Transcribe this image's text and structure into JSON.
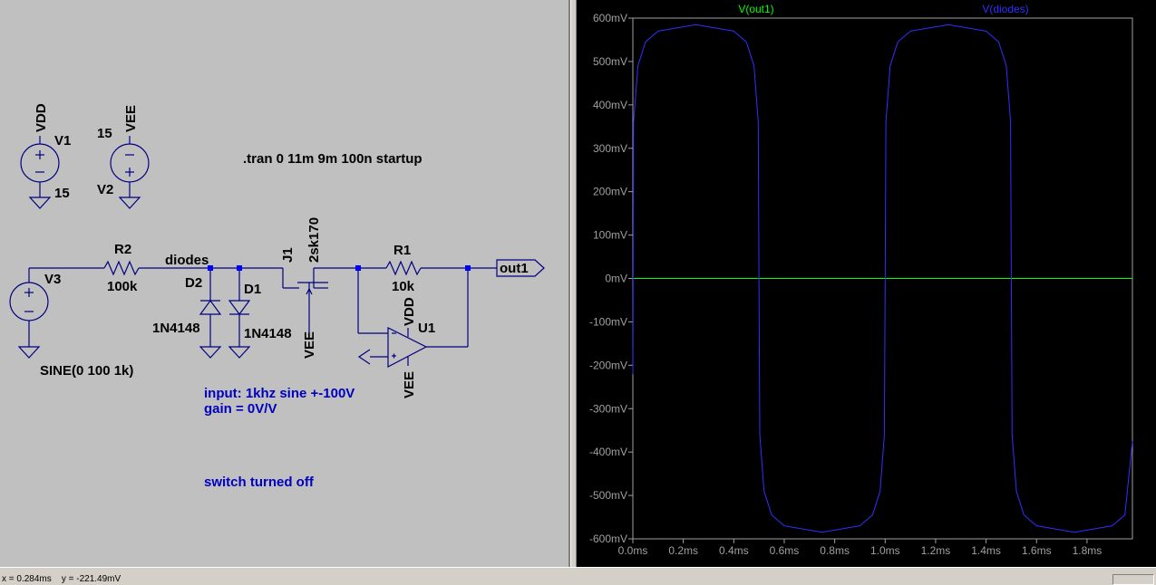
{
  "schematic": {
    "sources": {
      "v1": {
        "name": "V1",
        "net": "VDD",
        "value": "15"
      },
      "v2": {
        "name": "V2",
        "net": "VEE",
        "value": "15"
      },
      "v3": {
        "name": "V3",
        "value": "SINE(0 100 1k)"
      }
    },
    "directive": ".tran 0 11m 9m 100n startup",
    "r2": {
      "name": "R2",
      "value": "100k"
    },
    "r1": {
      "name": "R1",
      "value": "10k"
    },
    "net_diodes": "diodes",
    "d1": {
      "name": "D1",
      "model": "1N4148"
    },
    "d2": {
      "name": "D2",
      "model": "1N4148"
    },
    "j1": {
      "name": "J1",
      "model": "2sk170",
      "gate_net": "VEE"
    },
    "u1": {
      "name": "U1",
      "pos_supply": "VDD",
      "neg_supply": "VEE"
    },
    "out_label": "out1",
    "comment1": "input: 1khz sine +-100V",
    "comment2": "gain = 0V/V",
    "comment3": "switch turned off"
  },
  "plot": {
    "trace_labels": {
      "out1": "V(out1)",
      "diodes": "V(diodes)"
    },
    "colors": {
      "out1": "#00ff00",
      "diodes": "#3030ff",
      "axis": "#a0a0a0",
      "background": "#000000"
    }
  },
  "chart_data": {
    "type": "line",
    "title": "",
    "xlabel": "",
    "ylabel": "",
    "xlim": [
      0,
      1.98
    ],
    "ylim": [
      -600,
      600
    ],
    "x_unit": "ms",
    "y_unit": "mV",
    "y_ticks": [
      "600mV",
      "500mV",
      "400mV",
      "300mV",
      "200mV",
      "100mV",
      "0mV",
      "-100mV",
      "-200mV",
      "-300mV",
      "-400mV",
      "-500mV",
      "-600mV"
    ],
    "y_tick_values": [
      600,
      500,
      400,
      300,
      200,
      100,
      0,
      -100,
      -200,
      -300,
      -400,
      -500,
      -600
    ],
    "x_ticks": [
      "0.0ms",
      "0.2ms",
      "0.4ms",
      "0.6ms",
      "0.8ms",
      "1.0ms",
      "1.2ms",
      "1.4ms",
      "1.6ms",
      "1.8ms"
    ],
    "x_tick_values": [
      0,
      0.2,
      0.4,
      0.6,
      0.8,
      1.0,
      1.2,
      1.4,
      1.6,
      1.8
    ],
    "grid": false,
    "legend": "top",
    "series": [
      {
        "name": "V(out1)",
        "x": [
          0,
          1.98
        ],
        "y": [
          0,
          0
        ]
      },
      {
        "name": "V(diodes)",
        "x": [
          0,
          0.003,
          0.02,
          0.05,
          0.1,
          0.25,
          0.4,
          0.45,
          0.48,
          0.497,
          0.5,
          0.503,
          0.52,
          0.55,
          0.6,
          0.75,
          0.9,
          0.95,
          0.98,
          0.997,
          1.0,
          1.003,
          1.02,
          1.05,
          1.1,
          1.25,
          1.4,
          1.45,
          1.48,
          1.497,
          1.5,
          1.503,
          1.52,
          1.55,
          1.6,
          1.75,
          1.9,
          1.95,
          1.98
        ],
        "y": [
          -221,
          360,
          490,
          545,
          570,
          585,
          570,
          545,
          490,
          360,
          0,
          -360,
          -490,
          -545,
          -570,
          -585,
          -570,
          -545,
          -490,
          -360,
          0,
          360,
          490,
          545,
          570,
          585,
          570,
          545,
          490,
          360,
          0,
          -360,
          -490,
          -545,
          -570,
          -585,
          -570,
          -545,
          -375
        ]
      }
    ]
  },
  "status": {
    "text": "x = 0.284ms    y = -221.49mV"
  }
}
